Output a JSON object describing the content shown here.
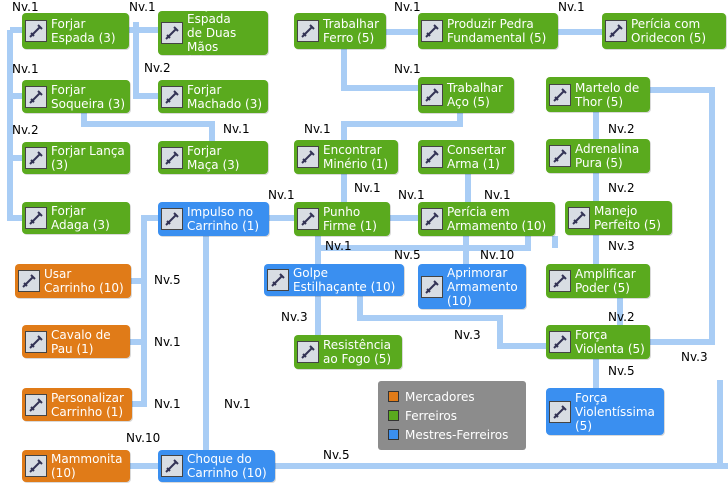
{
  "colors": {
    "mercadores": "#e07b18",
    "ferreiros": "#5aaa1e",
    "mestres": "#3a8ff0",
    "line": "#a9cdf5"
  },
  "legend": [
    {
      "label": "Mercadores",
      "color": "#e07b18"
    },
    {
      "label": "Ferreiros",
      "color": "#5aaa1e"
    },
    {
      "label": "Mestres-Ferreiros",
      "color": "#3a8ff0"
    }
  ],
  "nodes": [
    {
      "id": "forjar-espada",
      "label": "Forjar\nEspada (3)",
      "cls": "ferreiros",
      "icon": "sword-icon"
    },
    {
      "id": "forjar-espada-duas-maos",
      "label": "Forjar Espada\nde Duas Mãos\n(3)",
      "cls": "ferreiros",
      "icon": "sword-icon"
    },
    {
      "id": "forjar-soqueira",
      "label": "Forjar\nSoqueira (3)",
      "cls": "ferreiros",
      "icon": "knuckle-icon"
    },
    {
      "id": "forjar-machado",
      "label": "Forjar\nMachado (3)",
      "cls": "ferreiros",
      "icon": "axe-icon"
    },
    {
      "id": "forjar-lanca",
      "label": "Forjar Lança\n(3)",
      "cls": "ferreiros",
      "icon": "spear-icon"
    },
    {
      "id": "forjar-maca",
      "label": "Forjar\nMaça (3)",
      "cls": "ferreiros",
      "icon": "mace-icon"
    },
    {
      "id": "forjar-adaga",
      "label": "Forjar\nAdaga (3)",
      "cls": "ferreiros",
      "icon": "dagger-icon"
    },
    {
      "id": "trabalhar-ferro",
      "label": "Trabalhar\nFerro (5)",
      "cls": "ferreiros",
      "icon": "iron-icon"
    },
    {
      "id": "produzir-pedra",
      "label": "Produzir Pedra\nFundamental (5)",
      "cls": "ferreiros",
      "icon": "stone-icon"
    },
    {
      "id": "pericia-oridecon",
      "label": "Perícia com\nOridecon (5)",
      "cls": "ferreiros",
      "icon": "oridecon-icon"
    },
    {
      "id": "trabalhar-aco",
      "label": "Trabalhar\nAço (5)",
      "cls": "ferreiros",
      "icon": "steel-icon"
    },
    {
      "id": "martelo-thor",
      "label": "Martelo de\nThor (5)",
      "cls": "ferreiros",
      "icon": "hammer-icon"
    },
    {
      "id": "encontrar-minerio",
      "label": "Encontrar\nMinério (1)",
      "cls": "ferreiros",
      "icon": "ore-icon"
    },
    {
      "id": "consertar-arma",
      "label": "Consertar\nArma (1)",
      "cls": "ferreiros",
      "icon": "repair-icon"
    },
    {
      "id": "adrenalina-pura",
      "label": "Adrenalina\nPura (5)",
      "cls": "ferreiros",
      "icon": "adrenaline-icon"
    },
    {
      "id": "impulso-carrinho",
      "label": "Impulso no\nCarrinho (1)",
      "cls": "mestres",
      "icon": "cart-boost-icon"
    },
    {
      "id": "punho-firme",
      "label": "Punho\nFirme (1)",
      "cls": "ferreiros",
      "icon": "fist-icon"
    },
    {
      "id": "pericia-armamento",
      "label": "Perícia em\nArmamento (10)",
      "cls": "ferreiros",
      "icon": "weapon-research-icon"
    },
    {
      "id": "manejo-perfeito",
      "label": "Manejo\nPerfeito (5)",
      "cls": "ferreiros",
      "icon": "perfect-icon"
    },
    {
      "id": "usar-carrinho",
      "label": "Usar\nCarrinho (10)",
      "cls": "mercadores",
      "icon": "cart-icon"
    },
    {
      "id": "golpe-estilhacante",
      "label": "Golpe\nEstilhaçante (10)",
      "cls": "mestres",
      "icon": "shatter-icon"
    },
    {
      "id": "aprimorar-armamento",
      "label": "Aprimorar\nArmamento\n(10)",
      "cls": "mestres",
      "icon": "anvil-icon"
    },
    {
      "id": "amplificar-poder",
      "label": "Amplificar\nPoder (5)",
      "cls": "ferreiros",
      "icon": "power-icon"
    },
    {
      "id": "cavalo-pau",
      "label": "Cavalo de\nPau (1)",
      "cls": "mercadores",
      "icon": "cart-turn-icon"
    },
    {
      "id": "forca-violenta",
      "label": "Força\nViolenta (5)",
      "cls": "ferreiros",
      "icon": "force-icon"
    },
    {
      "id": "resistencia-fogo",
      "label": "Resistência\nao Fogo (5)",
      "cls": "ferreiros",
      "icon": "fire-resist-icon"
    },
    {
      "id": "personalizar-carrinho",
      "label": "Personalizar\nCarrinho (1)",
      "cls": "mercadores",
      "icon": "cart-custom-icon"
    },
    {
      "id": "forca-violentissima",
      "label": "Força\nViolentíssima\n(5)",
      "cls": "mestres",
      "icon": "maximum-force-icon"
    },
    {
      "id": "mammonita",
      "label": "Mammonita\n(10)",
      "cls": "mercadores",
      "icon": "mammonite-icon"
    },
    {
      "id": "choque-carrinho",
      "label": "Choque do\nCarrinho (10)",
      "cls": "mestres",
      "icon": "cart-termination-icon"
    }
  ],
  "levels": [
    {
      "id": "nv-1",
      "text": "Nv.1"
    },
    {
      "id": "nv-2",
      "text": "Nv.1"
    },
    {
      "id": "nv-3",
      "text": "Nv.1"
    },
    {
      "id": "nv-4",
      "text": "Nv.1"
    },
    {
      "id": "nv-5",
      "text": "Nv.1"
    },
    {
      "id": "nv-6",
      "text": "Nv.2"
    },
    {
      "id": "nv-7",
      "text": "Nv.1"
    },
    {
      "id": "nv-8",
      "text": "Nv.2"
    },
    {
      "id": "nv-9",
      "text": "Nv.1"
    },
    {
      "id": "nv-10",
      "text": "Nv.1"
    },
    {
      "id": "nv-11",
      "text": "Nv.2"
    },
    {
      "id": "nv-12",
      "text": "Nv.1"
    },
    {
      "id": "nv-13",
      "text": "Nv.1"
    },
    {
      "id": "nv-14",
      "text": "Nv.1"
    },
    {
      "id": "nv-15",
      "text": "Nv.1"
    },
    {
      "id": "nv-16",
      "text": "Nv.2"
    },
    {
      "id": "nv-17",
      "text": "Nv.1"
    },
    {
      "id": "nv-18",
      "text": "Nv.5"
    },
    {
      "id": "nv-19",
      "text": "Nv.10"
    },
    {
      "id": "nv-20",
      "text": "Nv.3"
    },
    {
      "id": "nv-21",
      "text": "Nv.5"
    },
    {
      "id": "nv-22",
      "text": "Nv.3"
    },
    {
      "id": "nv-23",
      "text": "Nv.3"
    },
    {
      "id": "nv-24",
      "text": "Nv.2"
    },
    {
      "id": "nv-25",
      "text": "Nv.1"
    },
    {
      "id": "nv-26",
      "text": "Nv.3"
    },
    {
      "id": "nv-27",
      "text": "Nv.5"
    },
    {
      "id": "nv-28",
      "text": "Nv.1"
    },
    {
      "id": "nv-29",
      "text": "Nv.1"
    },
    {
      "id": "nv-30",
      "text": "Nv.10"
    },
    {
      "id": "nv-31",
      "text": "Nv.5"
    }
  ]
}
